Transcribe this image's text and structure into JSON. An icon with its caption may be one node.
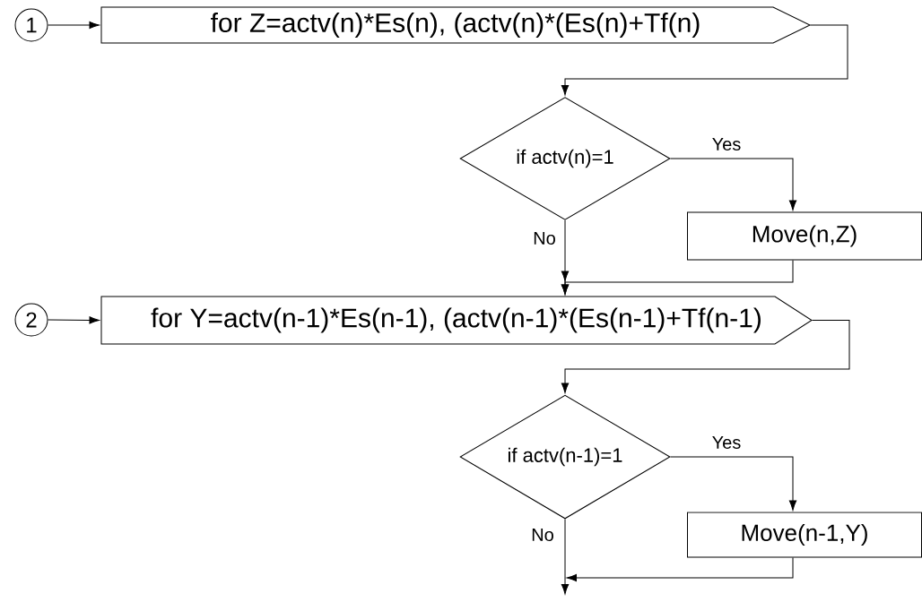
{
  "diagram": {
    "nodes": [
      {
        "text": [
          "1"
        ]
      },
      {
        "text": [
          "for Z=actv(n)*Es(n), (actv(n)*(Es(n)+Tf(n)"
        ]
      },
      {
        "text": [
          "if actv(n)=1"
        ]
      },
      {
        "text": [
          "Move(n,Z)"
        ]
      },
      {
        "text": [
          "2"
        ]
      },
      {
        "text": [
          "for Y=actv(n-1)*Es(n-1), (actv(n-1)*(Es(n-1)+Tf(n-1)"
        ]
      },
      {
        "text": [
          "if actv(n-1)=1"
        ]
      },
      {
        "text": [
          "Move(n-1,Y)"
        ]
      }
    ],
    "edges": [
      {
        "from": 0,
        "to": 1,
        "arrow": "to"
      },
      {
        "from": 1,
        "to": 2,
        "arrow": "to"
      },
      {
        "from": 2,
        "to": 3,
        "arrow": "to",
        "label": "Yes"
      },
      {
        "from": 2,
        "to": 5,
        "arrow": "to",
        "label": "No"
      },
      {
        "from": 3,
        "to": 5,
        "arrow": "to"
      },
      {
        "from": 4,
        "to": 5,
        "arrow": "to"
      },
      {
        "from": 5,
        "to": 6,
        "arrow": "to"
      },
      {
        "from": 6,
        "to": 7,
        "arrow": "to",
        "label": "Yes"
      },
      {
        "from": 6,
        "to": null,
        "arrow": "to",
        "label": "No"
      },
      {
        "from": 7,
        "to": null,
        "arrow": "to"
      }
    ]
  }
}
